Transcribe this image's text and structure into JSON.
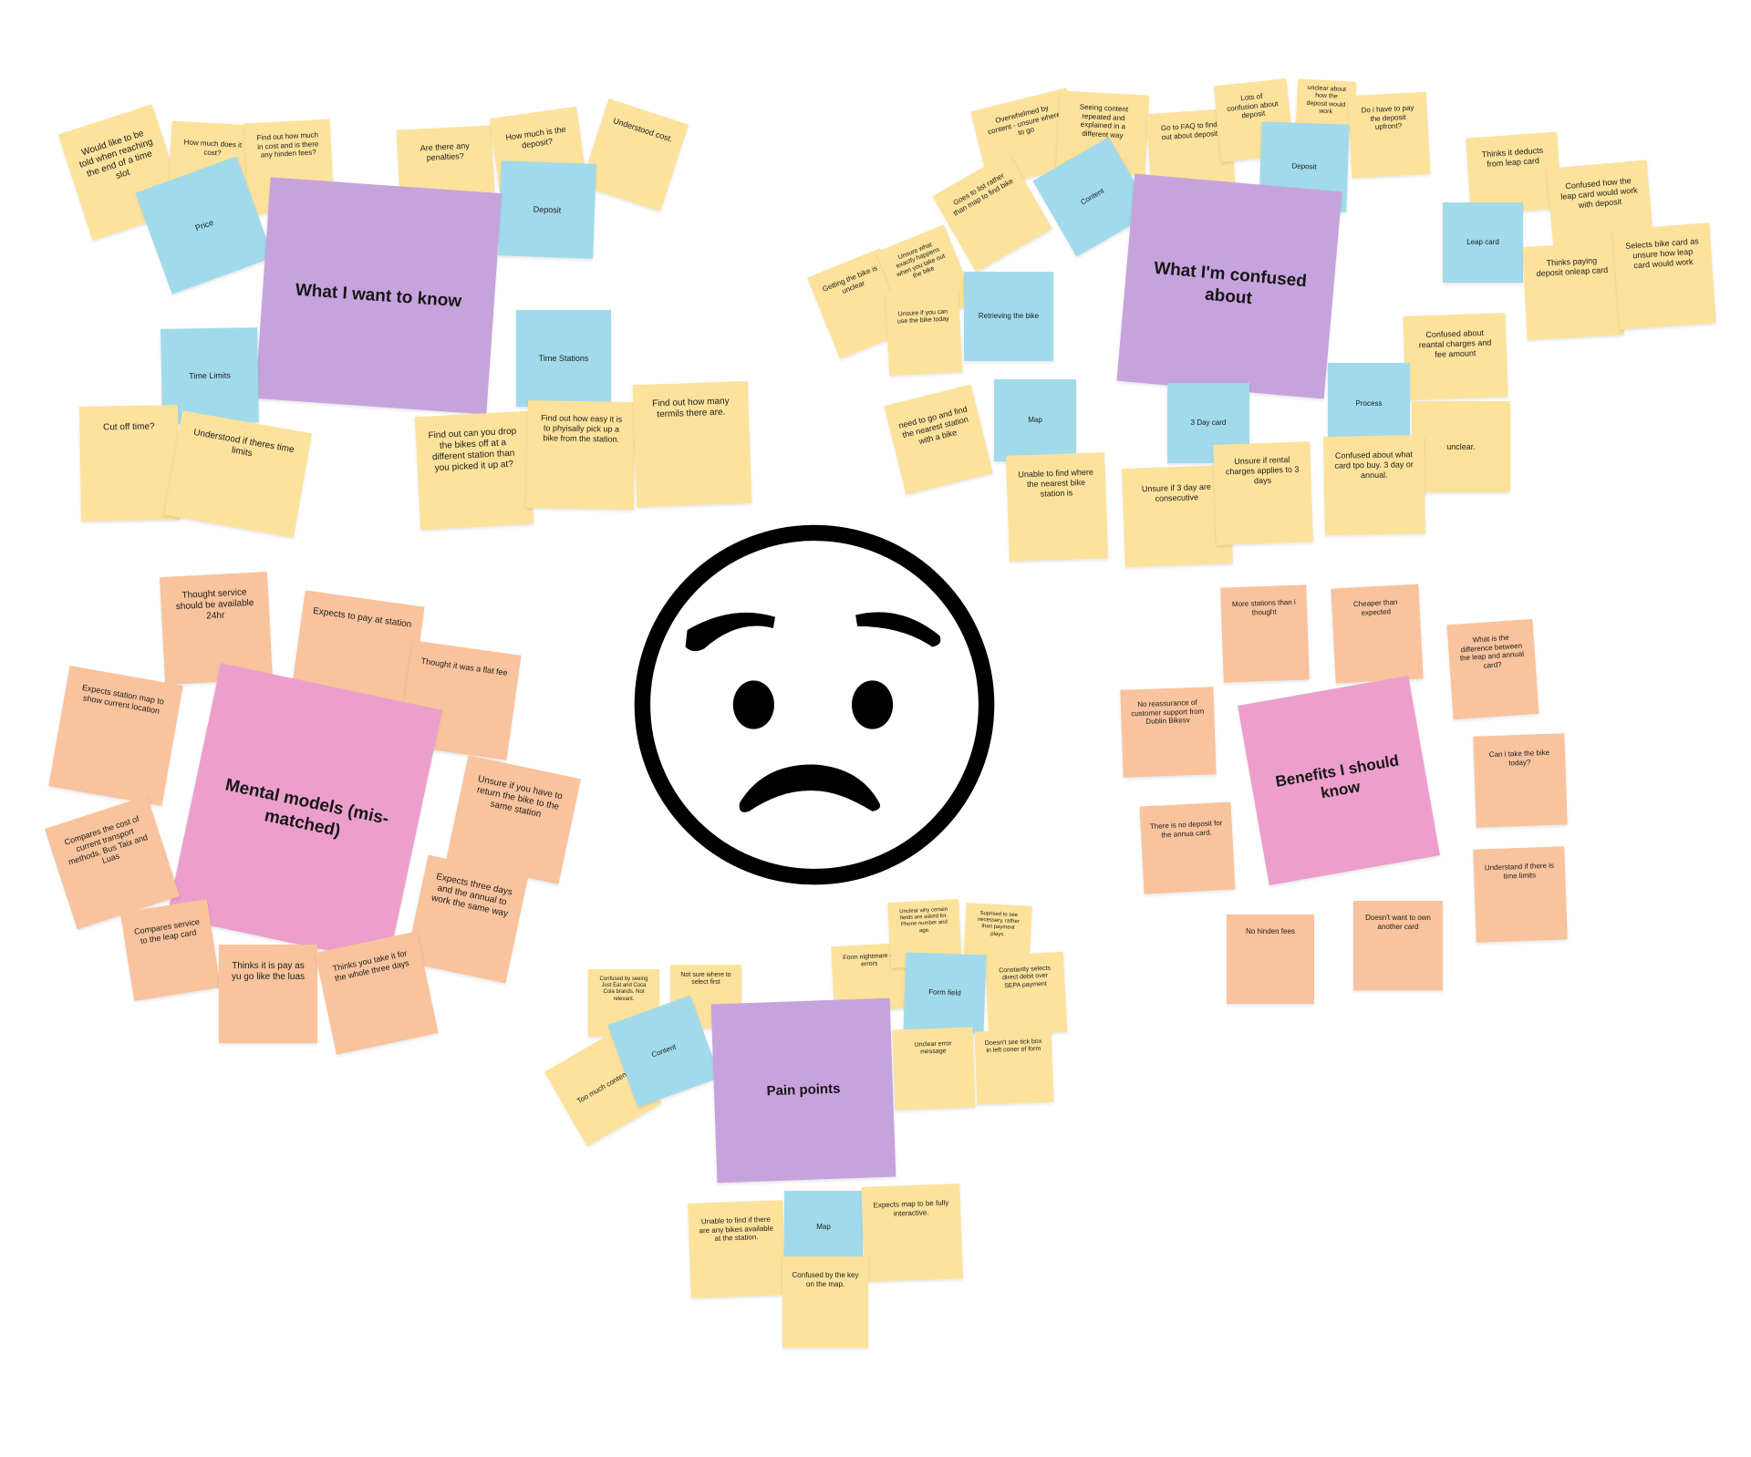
{
  "colors": {
    "background": "#ffffff",
    "yellow_note": "#fce29b",
    "blue_note": "#a1daeb",
    "purple_header": "#c7a3dd",
    "pink_header": "#ec9fcc",
    "orange_note": "#f8c39d"
  },
  "icons": {
    "center": "worried-face-icon"
  },
  "clusters": {
    "want_to_know": {
      "header": "What I want to know",
      "categories": [
        "Price",
        "Deposit",
        "Time Limits",
        "Time Stations"
      ],
      "notes": [
        "Would like to be told when reaching the end of a time slot",
        "How much does it cost?",
        "Find out how much in cost and is there any hinden fees?",
        "Are there any penalties?",
        "How much is the deposit?",
        "Understood cost.",
        "Cut off time?",
        "Understood if theres time limits",
        "Find out can you drop the bikes off at a different station than you picked it up at?",
        "Find out how easy it is to phyisally pick up a bike from the station.",
        "Find out how many termils there are."
      ]
    },
    "confused_about": {
      "header": "What I'm confused about",
      "categories": [
        "Content",
        "Deposit",
        "Leap card",
        "Retrieving the bike",
        "Map",
        "3 Day card",
        "Process"
      ],
      "notes": [
        "Overwhelmed by content - unsure where to go",
        "Seeing content repeated and explained in a different way",
        "Go to FAQ to find out about deposit",
        "Lots of confusion about deposit",
        "unclear about how the deposit would work",
        "Do i have to pay the deposit upfront?",
        "Thinks it deducts from leap card",
        "Confused how the leap card would work with deposit",
        "Thinks paying deposit onleap card",
        "Selects bike card as unsure how leap card would work",
        "Goes to list rather than map to find bike",
        "Getting the bike is unclear",
        "Unsure what exactly happens when you take out the bike",
        "Unsure if you can use the bike today",
        "need to go and find the nearest station with a bike",
        "Unable to find where the nearest bike station is",
        "Unsure if 3 day are consecutive",
        "Unsure if rental charges applies to 3 days",
        "Confused about reantal charges and fee amount",
        "unclear.",
        "Confused about what card tpo buy. 3 day or annual."
      ]
    },
    "mental_models": {
      "header": "Mental models (mis-matched)",
      "notes": [
        "Thought service should be available 24hr",
        "Expects to pay at station",
        "Thought it was a flat fee",
        "Expects station map to show current location",
        "Unsure if you have to return the bike to the same station",
        "Compares the cost of current transport methods. Bus Taix and Luas",
        "Expects three days and the annual to work the same way",
        "Compares service to the leap card",
        "Thinks it is pay as yu go like the luas",
        "Thinks you take it for the whole three days"
      ]
    },
    "benefits": {
      "header": "Benefits I should know",
      "notes": [
        "More stations than i thought",
        "Cheaper than expected",
        "What is the difference between the leap and annual card?",
        "No reassurance of customer support from Dublin Bikesv",
        "Can i take the bike today?",
        "There is no deposit for the annua card.",
        "Understand if there is time limits",
        "No hinden fees",
        "Doesn't want to own another card"
      ]
    },
    "pain_points": {
      "header": "Pain points",
      "categories": [
        "Content",
        "Form field",
        "Map"
      ],
      "notes": [
        "Confused by seeing Just Eat and Coca Cola brands. Not relevant.",
        "Not sure where to select first",
        "Too much content",
        "Form nightmare of errors",
        "Unclear why certain fields are asked for. Phone number and age.",
        "Suprised to see necessery, rather than payment plays.",
        "Constantly selects direct debit over SEPA payment",
        "Unclear error message",
        "Doesn't see tick box in left coner of form",
        "Unable to find if there are any bikes available at the station.",
        "Expects map to be fully interactive.",
        "Confused by the key on the map."
      ]
    }
  }
}
